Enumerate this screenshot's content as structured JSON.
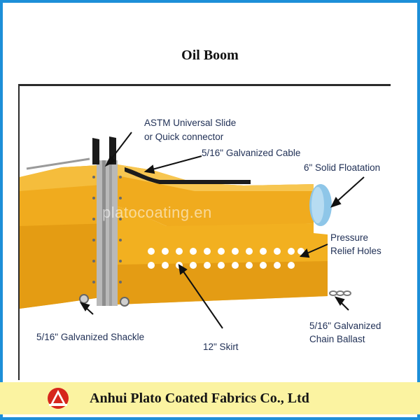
{
  "title": "Oil Boom",
  "watermark": "platocoating.en",
  "labels": {
    "slide_line1": "ASTM Universal Slide",
    "slide_line2": "or Quick connector",
    "cable": "5/16\" Galvanized Cable",
    "floatation": "6\" Solid Floatation",
    "pressure_line1": "Pressure",
    "pressure_line2": "Relief Holes",
    "shackle": "5/16\" Galvanized Shackle",
    "skirt": "12\" Skirt",
    "chain_line1": "5/16\" Galvanized",
    "chain_line2": "Chain Ballast"
  },
  "footer": {
    "company": "Anhui Plato Coated Fabrics Co., Ltd"
  },
  "colors": {
    "border": "#1d8fd8",
    "boom_yellow": "#f0ab1e",
    "boom_dark": "#c8860c",
    "floatation_blue": "#8ec6e8",
    "footer_bg": "#fbf3a1",
    "logo_red": "#d6261c"
  },
  "icons": [
    "company-logo-icon"
  ]
}
